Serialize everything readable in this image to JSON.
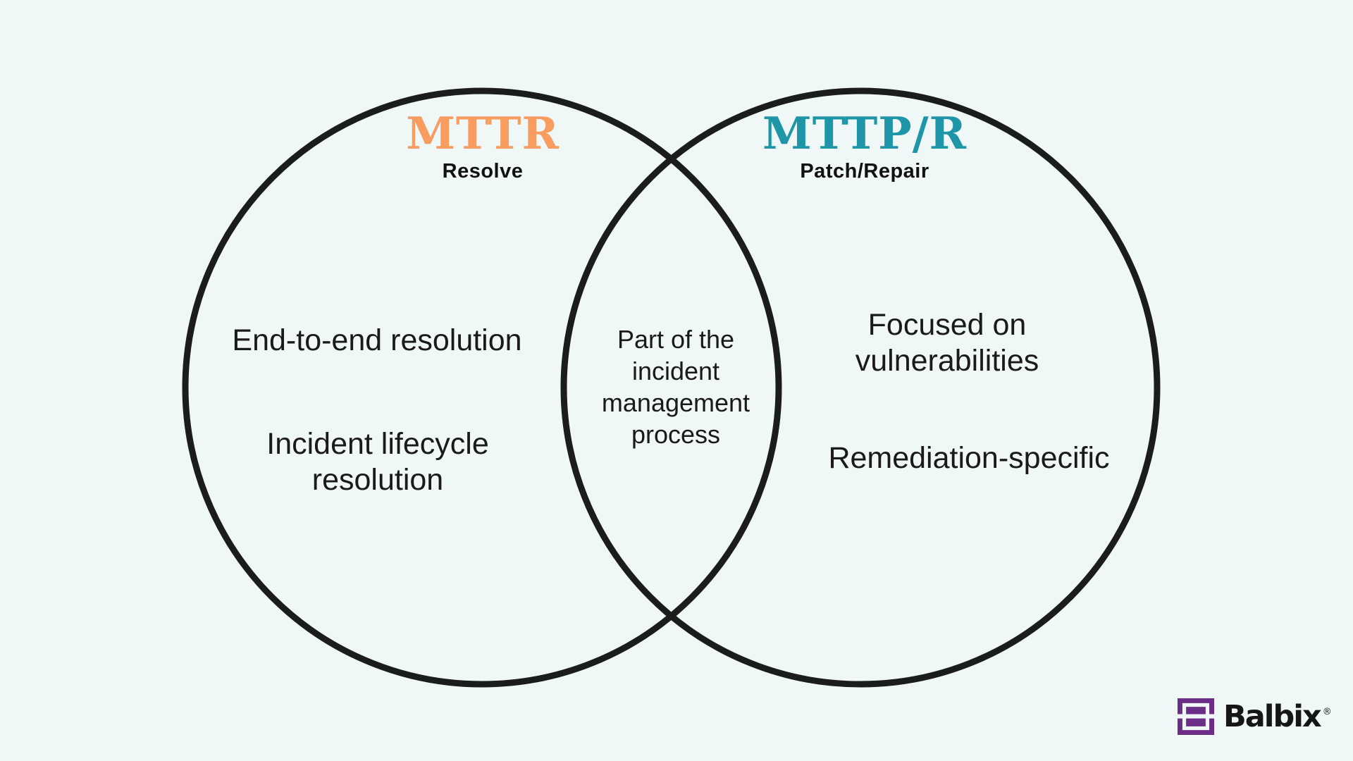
{
  "page": {
    "background_color": "#F0F7F7"
  },
  "diagram": {
    "type": "venn-diagram",
    "stroke_color": "#1B1D1D",
    "left_circle": {
      "title": "MTTR",
      "title_color": "#F89C60",
      "subtitle": "Resolve",
      "items": [
        "End-to-end resolution",
        "Incident lifecycle resolution"
      ]
    },
    "right_circle": {
      "title": "MTTP/R",
      "title_color": "#1F96A8",
      "subtitle": "Patch/Repair",
      "items": [
        "Focused on vulnerabilities",
        "Remediation-specific"
      ]
    },
    "overlap": {
      "text": "Part of the incident management process"
    }
  },
  "logo": {
    "brand": "Balbix",
    "registered_mark": "®",
    "icon": "balbix-bracket-icon",
    "icon_color": "#6C2D87",
    "text_color": "#161616"
  }
}
